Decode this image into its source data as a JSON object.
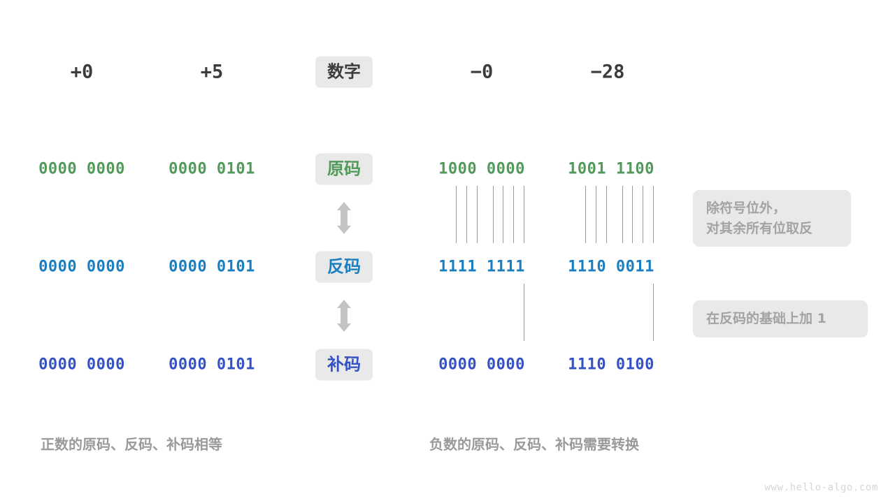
{
  "diagram": {
    "title_row": {
      "label": "数字",
      "columns": [
        "+0",
        "+5",
        "−0",
        "−28"
      ]
    },
    "rows": [
      {
        "label": "原码",
        "color": "#519a5a",
        "color_name": "green",
        "values": [
          "0000 0000",
          "0000 0101",
          "1000 0000",
          "1001 1100"
        ]
      },
      {
        "label": "反码",
        "color": "#1a7fc1",
        "color_name": "blue",
        "values": [
          "0000 0000",
          "0000 0101",
          "1111 1111",
          "1110 0011"
        ]
      },
      {
        "label": "补码",
        "color": "#3452c4",
        "color_name": "navy",
        "values": [
          "0000 0000",
          "0000 0101",
          "0000 0000",
          "1110 0100"
        ]
      }
    ],
    "notes": [
      {
        "text": "除符号位外，\n对其余所有位取反"
      },
      {
        "text": "在反码的基础上加 1"
      }
    ],
    "captions": [
      "正数的原码、反码、补码相等",
      "负数的原码、反码、补码需要转换"
    ],
    "watermark": "www.hello-algo.com",
    "colors": {
      "badge_background": "#e9e9e9",
      "note_background": "#e9e9e9",
      "note_text": "#a3a3a3",
      "caption_text": "#9a9a9a",
      "line": "#9a9a9a",
      "arrow": "#c4c4c4",
      "header_text": "#3c3c3c",
      "page_background": "#ffffff"
    }
  }
}
